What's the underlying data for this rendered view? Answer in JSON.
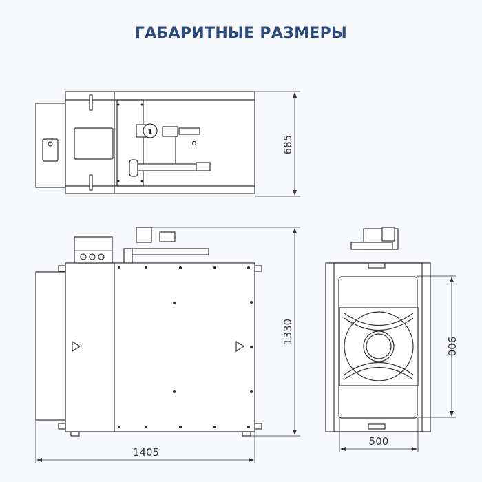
{
  "title": "ГАБАРИТНЫЕ РАЗМЕРЫ",
  "dimensions": {
    "top_view_depth": "685",
    "front_view_height": "1330",
    "front_view_width": "1405",
    "side_view_inner_height": "900",
    "side_view_inner_width": "500"
  },
  "colors": {
    "title": "#2b4a7e",
    "background": "#f7f9fc",
    "line": "#333333"
  }
}
